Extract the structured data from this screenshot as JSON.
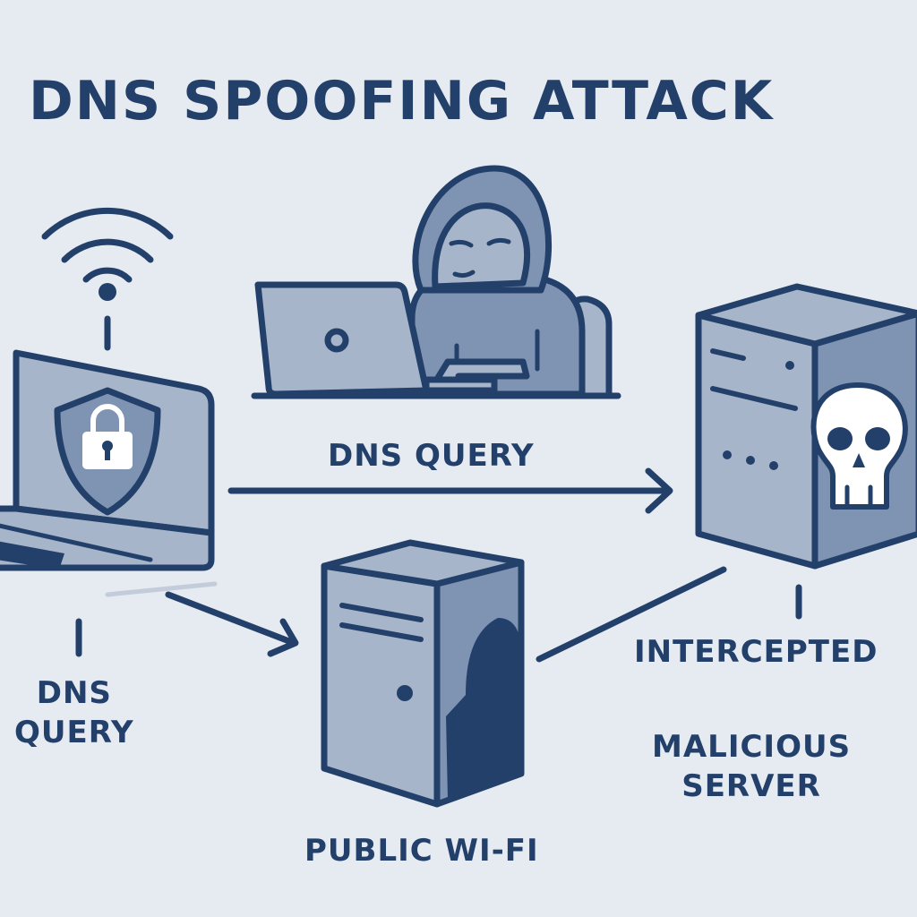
{
  "title": "DNS SPOOFING ATTACK",
  "labels": {
    "dns_query_center": "DNS QUERY",
    "dns_query_left": "DNS\nQUERY",
    "public_wifi": "PUBLIC WI-FI",
    "intercepted": "INTERCEPTED",
    "malicious_server": "MALICIOUS\nSERVER"
  },
  "colors": {
    "background": "#e6eaf1",
    "stroke": "#23406a",
    "fill_light": "#a7b5ca",
    "fill_mid": "#7f93b3",
    "fill_dark": "#5e769d"
  },
  "icons": [
    "wifi-icon",
    "laptop-icon",
    "shield-lock-icon",
    "hacker-icon",
    "server-icon",
    "skull-icon"
  ]
}
